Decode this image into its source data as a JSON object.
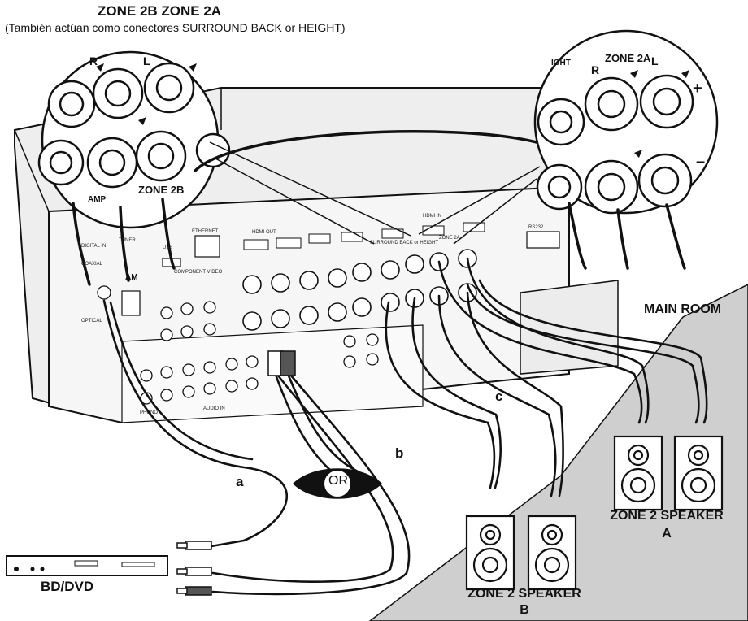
{
  "header": {
    "title": "ZONE 2B ZONE 2A",
    "subtitle": "(También actúan como conectores SURROUND BACK or HEIGHT)"
  },
  "labels": {
    "main_room": "MAIN ROOM",
    "cable_a": "a",
    "cable_b": "b",
    "cable_c": "c",
    "or": "OR",
    "source_device": "BD/DVD",
    "zone2_speaker_b_line1": "ZONE 2 SPEAKER",
    "zone2_speaker_b_line2": "B",
    "zone2_speaker_a_line1": "ZONE 2 SPEAKER",
    "zone2_speaker_a_line2": "A"
  },
  "insets": {
    "left": {
      "r": "R",
      "l": "L",
      "zone": "ZONE 2B",
      "amp": "AMP"
    },
    "right": {
      "r": "R",
      "l": "L",
      "zone": "ZONE 2A",
      "height": "IGHT",
      "plus": "+",
      "minus": "–"
    }
  },
  "panel": {
    "tuner": "TUNER",
    "am": "AM",
    "hdmi_out": "HDMI OUT",
    "hdmi_in": "HDMI IN",
    "ethernet": "ETHERNET",
    "usb": "USB",
    "digital_in": "DIGITAL IN",
    "coaxial": "COAXIAL",
    "optical": "OPTICAL",
    "component_video": "COMPONENT VIDEO",
    "surround_back": "SURROUND BACK or HEIGHT",
    "zone2a": "ZONE 2A",
    "rs232": "RS232",
    "audio_in": "AUDIO IN",
    "phono": "PHONO"
  },
  "colors": {
    "line": "#111111",
    "gray_floor": "#cfcfcf",
    "chassis": "#eeeeee",
    "panel": "#f6f6f6",
    "terminal": "#ffffff"
  }
}
